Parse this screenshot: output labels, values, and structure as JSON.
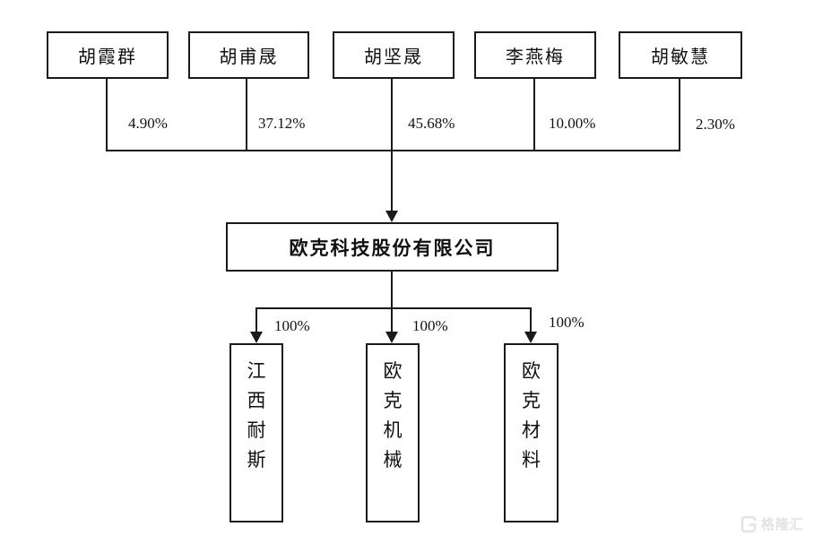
{
  "diagram": {
    "title": "equity-structure-chart",
    "shareholders": [
      {
        "name": "胡霞群",
        "percent": "4.90%"
      },
      {
        "name": "胡甫晟",
        "percent": "37.12%"
      },
      {
        "name": "胡坚晟",
        "percent": "45.68%"
      },
      {
        "name": "李燕梅",
        "percent": "10.00%"
      },
      {
        "name": "胡敏慧",
        "percent": "2.30%"
      }
    ],
    "company": {
      "name": "欧克科技股份有限公司"
    },
    "subsidiaries": [
      {
        "name": "江西耐斯",
        "percent": "100%"
      },
      {
        "name": "欧克机械",
        "percent": "100%"
      },
      {
        "name": "欧克材料",
        "percent": "100%"
      }
    ]
  },
  "watermark": {
    "brand": "格隆汇"
  },
  "colors": {
    "line": "#1a1a1a",
    "box_border": "#1a1a1a",
    "text": "#111111",
    "watermark": "#e3e3e3",
    "background": "#ffffff"
  }
}
